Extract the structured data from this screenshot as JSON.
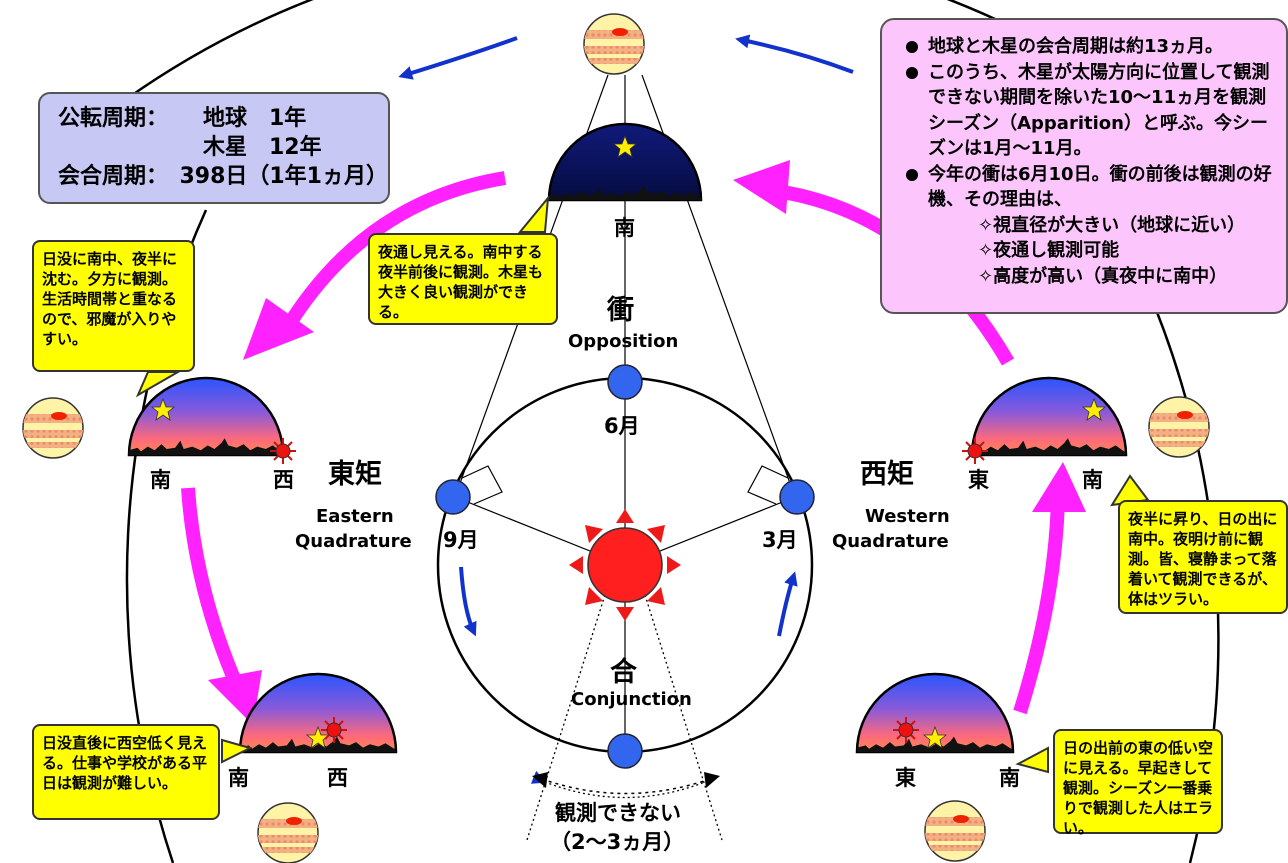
{
  "period_box": {
    "row1_label": "公転周期：",
    "row1_value": "地球　1年",
    "row2_value": "木星　12年",
    "row3_label": "会合周期：",
    "row3_value": "398日（1年1ヵ月）"
  },
  "info_box": {
    "bullet1": "地球と木星の会合周期は約13ヵ月。",
    "bullet2": "このうち、木星が太陽方向に位置して観測できない期間を除いた10～11ヵ月を観測シーズン（Apparition）と呼ぶ。今シーズンは1月～11月。",
    "bullet3": "今年の衝は6月10日。衝の前後は観測の好機、その理由は、",
    "sub1": "✧視直径が大きい（地球に近い）",
    "sub2": "✧夜通し観測可能",
    "sub3": "✧高度が高い（真夜中に南中）"
  },
  "callouts": {
    "opposition": "夜通し見える。南中する夜半前後に観測。木星も大きく良い観測ができる。",
    "eastern": "日没に南中、夜半に沈む。夕方に観測。生活時間帯と重なるので、邪魔が入りやすい。",
    "western": "夜半に昇り、日の出に南中。夜明け前に観測。皆、寝静まって落着いて観測できるが、体はツラい。",
    "evening": "日没直後に西空低く見える。仕事や学校がある平日は観測が難しい。",
    "morning": "日の出前の東の低い空に見える。早起きして観測。シーズン一番乗りで観測した人はエラい。"
  },
  "labels": {
    "opposition_jp": "衝",
    "opposition_en": "Opposition",
    "conjunction_jp": "合",
    "conjunction_en": "Conjunction",
    "eastern_jp": "東矩",
    "eastern_en1": "Eastern",
    "eastern_en2": "Quadrature",
    "western_jp": "西矩",
    "western_en1": "Western",
    "western_en2": "Quadrature",
    "month_opposition": "6月",
    "month_eastern": "9月",
    "month_western": "3月",
    "unobservable": "観測できない",
    "unobservable_period": "（2～3ヵ月）"
  },
  "directions": {
    "south": "南",
    "west": "西",
    "east": "東"
  },
  "colors": {
    "orbit_dot": "#3366ee",
    "sun": "#ff1a1a",
    "magenta_arrow": "#ff22ff",
    "blue_arrow": "#1133cc",
    "night_sky": "#0a1060",
    "callout": "#ffff00",
    "period_bg": "#c8c8f4",
    "info_bg": "#fcc6fc",
    "jupiter": "#fff3a8"
  },
  "icons": [
    "sun-icon",
    "jupiter-icon",
    "star-icon",
    "planet-dot-icon",
    "sky-dome-icon"
  ]
}
